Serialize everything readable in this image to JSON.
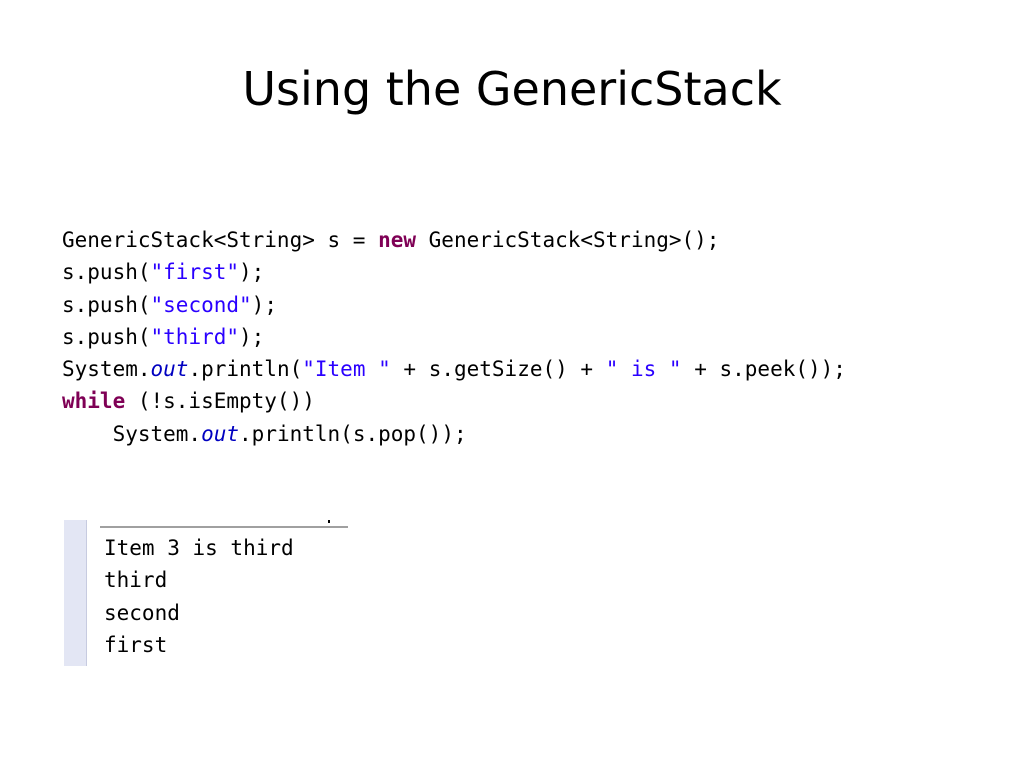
{
  "slide": {
    "title": "Using the GenericStack"
  },
  "code": {
    "line1": {
      "t1": "GenericStack<String> s = ",
      "kw": "new",
      "t2": " GenericStack<String>();"
    },
    "line2": {
      "t1": "s.push(",
      "str": "\"first\"",
      "t2": ");"
    },
    "line3": {
      "t1": "s.push(",
      "str": "\"second\"",
      "t2": ");"
    },
    "line4": {
      "t1": "s.push(",
      "str": "\"third\"",
      "t2": ");"
    },
    "line5": {
      "t1": "System.",
      "fld": "out",
      "t2": ".println(",
      "str1": "\"Item \"",
      "t3": " + s.getSize() + ",
      "str2": "\" is \"",
      "t4": " + s.peek());"
    },
    "line6": {
      "kw": "while",
      "t1": " (!s.isEmpty())"
    },
    "line7": {
      "indent": "    ",
      "t1": "System.",
      "fld": "out",
      "t2": ".println(s.pop());"
    }
  },
  "console": {
    "lines": [
      "Item 3 is third",
      "third",
      "second",
      "first"
    ]
  },
  "colors": {
    "keyword": "#7f0055",
    "string": "#2a00ff",
    "field": "#0000c0",
    "gutter": "#e3e6f4"
  }
}
